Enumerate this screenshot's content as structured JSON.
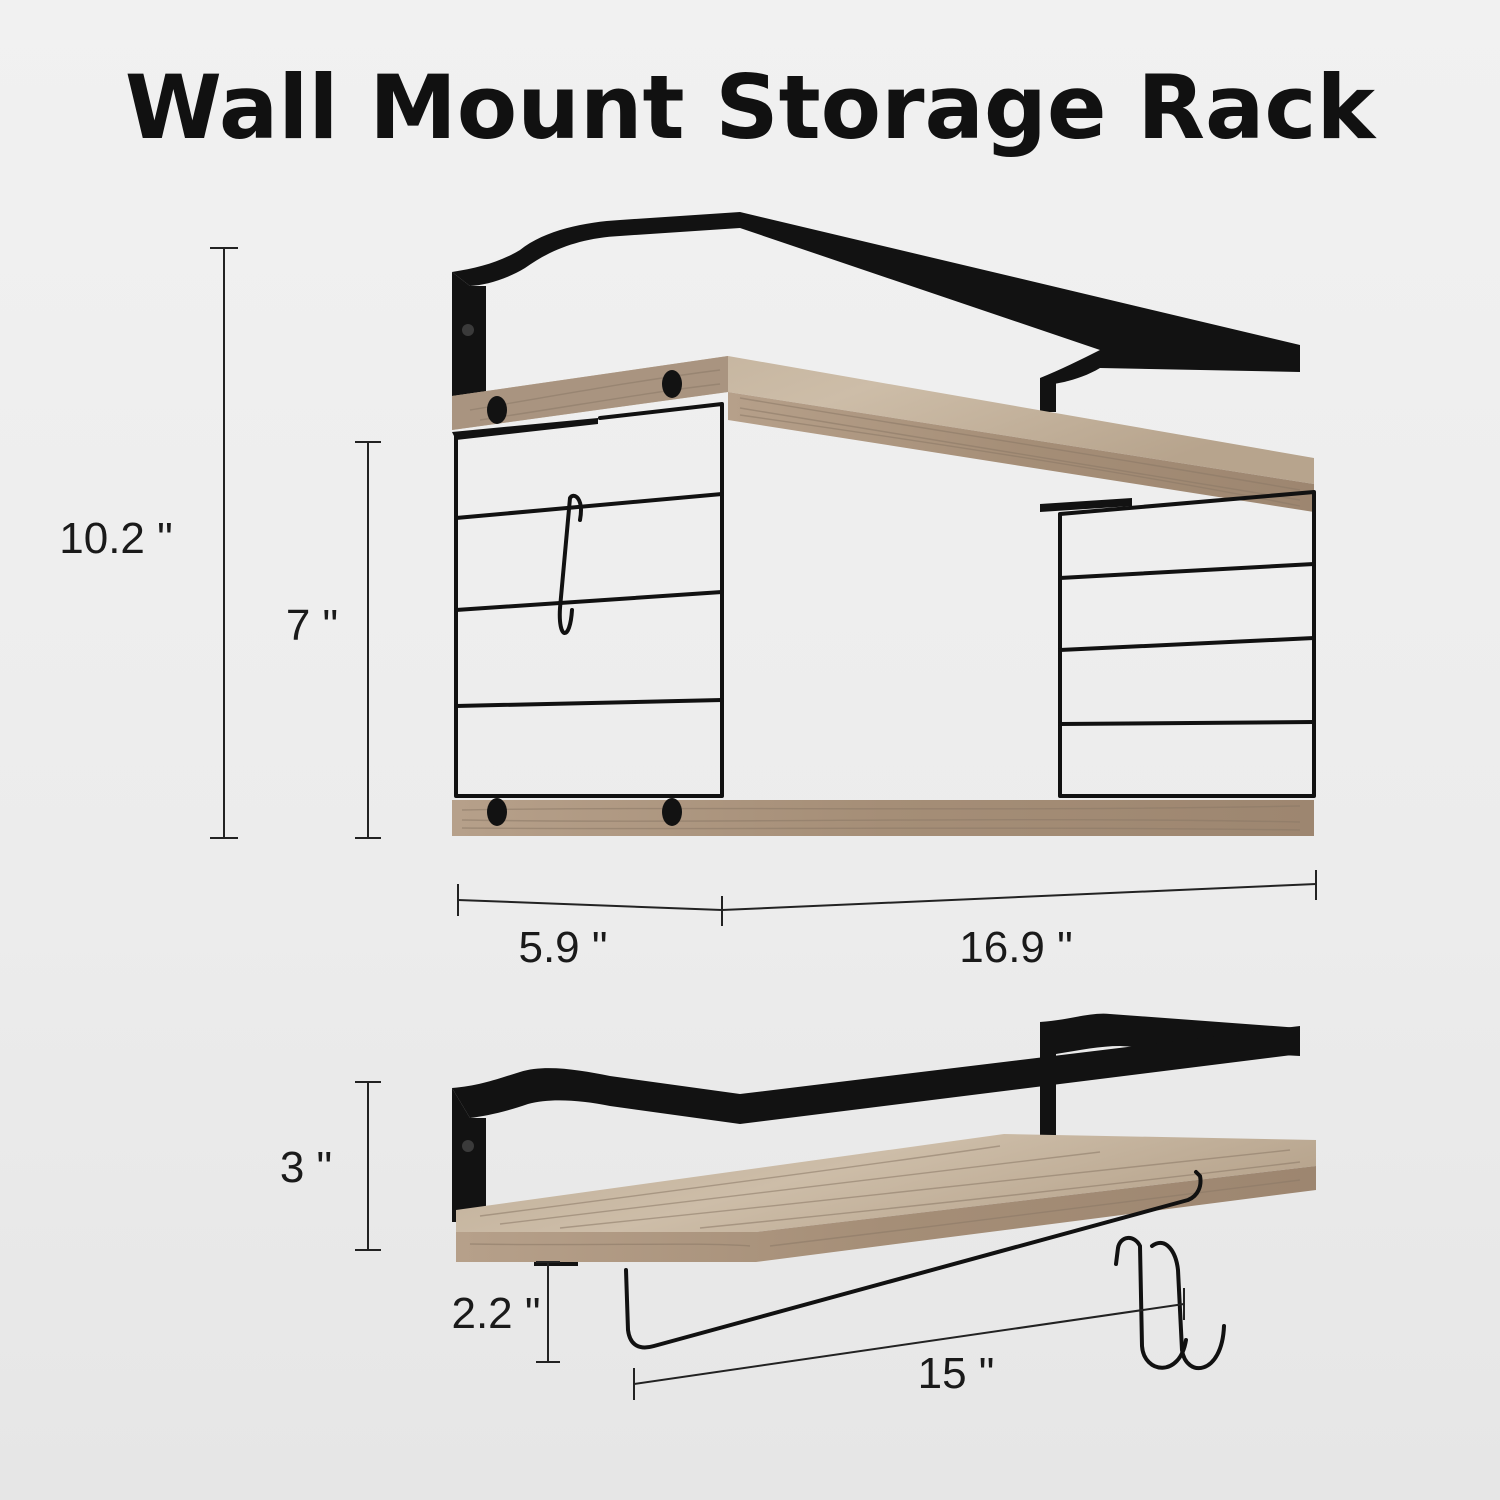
{
  "title": "Wall Mount Storage Rack",
  "dimensions": {
    "overall_height": "10.2 \"",
    "inner_height": "7 \"",
    "depth": "5.9 \"",
    "width": "16.9 \"",
    "small_shelf_height": "3 \"",
    "towel_bar_drop": "2.2 \"",
    "towel_bar_length": "15 \""
  },
  "colors": {
    "metal": "#121212",
    "wood": "#c9b59e",
    "wood_dark": "#8c7561",
    "text": "#111111"
  }
}
